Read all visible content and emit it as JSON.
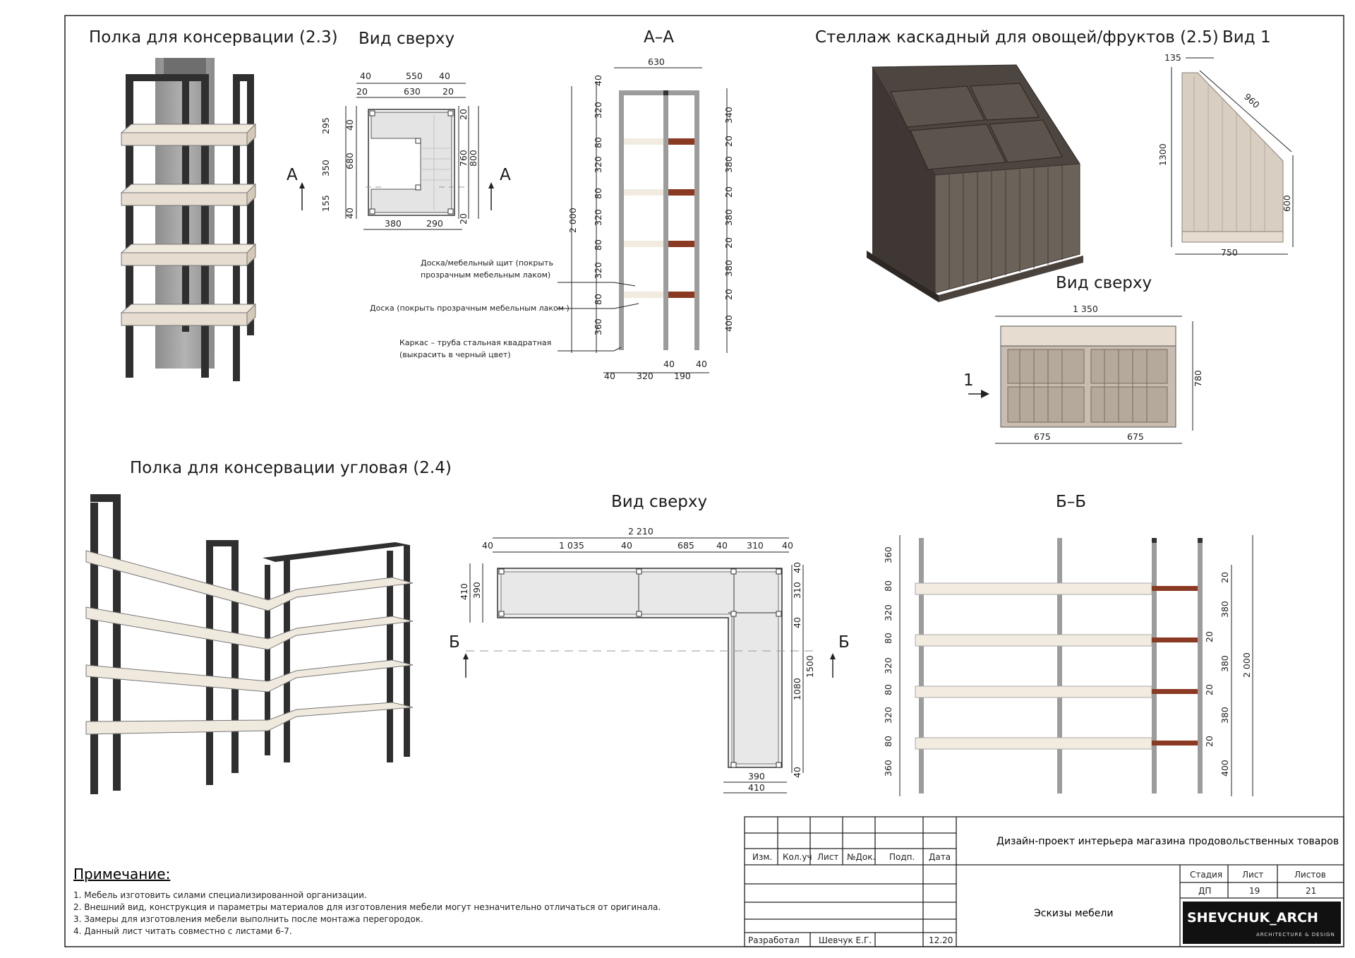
{
  "sheet": {
    "titles": {
      "shelf_23": "Полка для консервации (2.3)",
      "top_view_1": "Вид сверху",
      "section_aa": "А–А",
      "rack_25": "Стеллаж каскадный для овощей/фруктов (2.5)",
      "view1": "Вид 1",
      "top_view_2": "Вид сверху",
      "shelf_24": "Полка для консервации угловая (2.4)",
      "top_view_3": "Вид сверху",
      "section_bb": "Б–Б"
    },
    "markers": {
      "a": "А",
      "b": "Б",
      "one": "1"
    },
    "top1": {
      "d40a": "40",
      "d550": "550",
      "d40b": "40",
      "d20a": "20",
      "d630": "630",
      "d20b": "20",
      "d295": "295",
      "d40c": "40",
      "d350": "350",
      "d680": "680",
      "d155": "155",
      "d40d": "40",
      "d20c": "20",
      "d760": "760",
      "d800": "800",
      "d20d": "20",
      "d380": "380",
      "d290": "290"
    },
    "aa": {
      "w630": "630",
      "d40": "40",
      "d320a": "320",
      "d80a": "80",
      "d320b": "320",
      "d80b": "80",
      "d320c": "320",
      "d2000": "2 000",
      "d80c": "80",
      "d320d": "320",
      "d80d": "80",
      "d360": "360",
      "r340": "340",
      "r20a": "20",
      "r380a": "380",
      "r20b": "20",
      "r380b": "380",
      "r20c": "20",
      "r380c": "380",
      "r20d": "20",
      "r400": "400",
      "b40a": "40",
      "b320": "320",
      "b190": "190",
      "b40b": "40",
      "b40c": "40",
      "note_board1": "Доска/мебельный щит (покрыть",
      "note_board2": "прозрачным мебельным лаком)",
      "note_board3": "Доска (покрыть прозрачным мебельным лаком )",
      "note_frame1": "Каркас – труба стальная квадратная",
      "note_frame2": "(выкрасить в черный цвет)"
    },
    "v1": {
      "d135": "135",
      "d960": "960",
      "d1300": "1300",
      "d600": "600",
      "d750": "750"
    },
    "top2": {
      "d1350": "1 350",
      "d780": "780",
      "d675a": "675",
      "d675b": "675"
    },
    "top3": {
      "d2210": "2 210",
      "d40a": "40",
      "d1035": "1 035",
      "d40b": "40",
      "d685": "685",
      "d40c": "40",
      "d310": "310",
      "d40d": "40",
      "d410a": "410",
      "d390a": "390",
      "r40a": "40",
      "r310": "310",
      "r40b": "40",
      "r1080": "1080",
      "r1500": "1500",
      "r40c": "40",
      "d390b": "390",
      "d410b": "410"
    },
    "bb": {
      "l360a": "360",
      "l80a": "80",
      "l320a": "320",
      "l80b": "80",
      "l320b": "320",
      "l80c": "80",
      "l320c": "320",
      "l80d": "80",
      "l360b": "360",
      "r20a": "20",
      "r380a": "380",
      "r20b": "20",
      "r380b": "380",
      "r20c": "20",
      "r380c": "380",
      "r20d": "20",
      "r400": "400",
      "r2000": "2 000"
    },
    "notes": {
      "title": "Примечание:",
      "n1": "1. Мебель изготовить силами специализированной организации.",
      "n2": "2. Внешний вид, конструкция и параметры материалов для изготовления мебели могут незначительно отличаться от оригинала.",
      "n3": "3. Замеры для изготовления мебели выполнить после монтажа перегородок.",
      "n4": "4. Данный лист читать совместно с листами 6-7."
    },
    "title_block": {
      "h_izm": "Изм.",
      "h_kol": "Кол.уч",
      "h_list": "Лист",
      "h_doc": "№Док.",
      "h_sign": "Подп.",
      "h_date": "Дата",
      "project": "Дизайн-проект интерьера магазина продовольственных товаров",
      "h_stage": "Стадия",
      "h_sheet": "Лист",
      "h_sheets": "Листов",
      "stage": "ДП",
      "sheet_no": "19",
      "sheets": "21",
      "drawing": "Эскизы мебели",
      "role": "Разработал",
      "author": "Шевчук Е.Г.",
      "date": "12.20",
      "logo": "SHEVCHUK_ARCH",
      "logo_sub": "ARCHITECTURE & DESIGN"
    },
    "colors": {
      "frame": "#2f2f2f",
      "board": "#e6ddd0",
      "rack": "#5b524a",
      "bracket": "#8a3a22",
      "column": "#9a9a9a"
    }
  }
}
